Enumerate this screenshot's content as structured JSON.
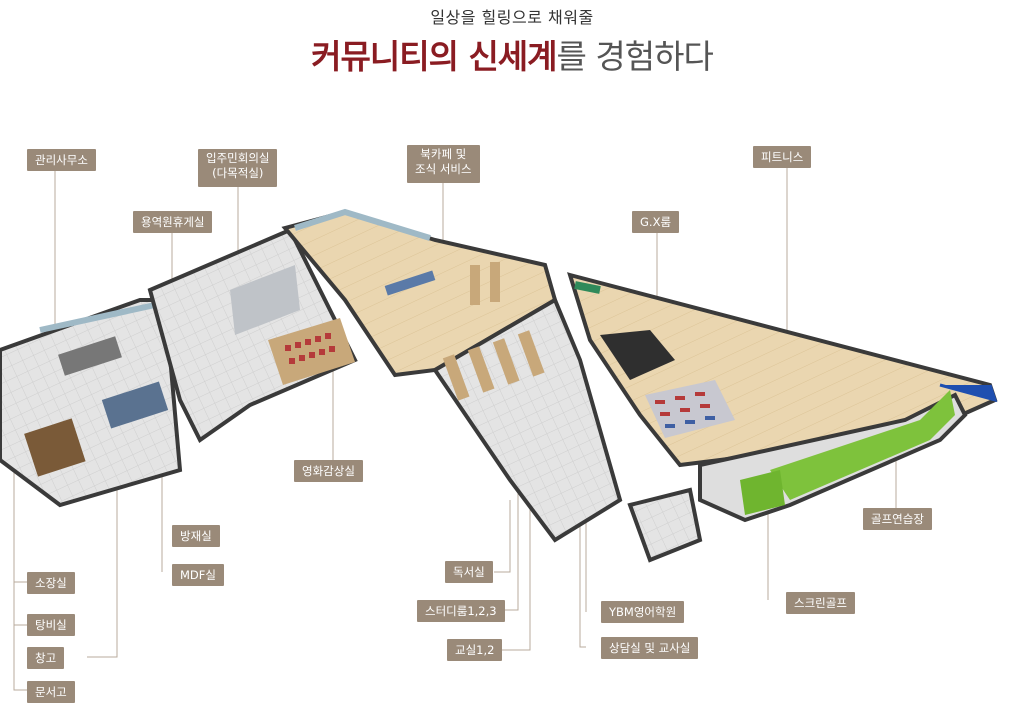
{
  "header": {
    "subtitle": "일상을 힐링으로 채워줄",
    "title_highlight": "커뮤니티의 신세계",
    "title_rest": "를 경험하다"
  },
  "labels": {
    "management_office": "관리사무소",
    "residents_meeting_line1": "입주민회의실",
    "residents_meeting_line2": "(다목적실)",
    "staff_lounge": "용역원휴게실",
    "book_cafe_line1": "북카페 및",
    "book_cafe_line2": "조식 서비스",
    "fitness": "피트니스",
    "gx_room": "G.X룸",
    "movie_room": "영화감상실",
    "disaster_room": "방재실",
    "mdf_room": "MDF실",
    "golf_practice": "골프연습장",
    "storage_room": "소장실",
    "water_heater": "탕비실",
    "warehouse": "창고",
    "document_storage": "문서고",
    "reading_room": "독서실",
    "study_rooms": "스터디룸1,2,3",
    "classrooms": "교실1,2",
    "ybm_academy": "YBM영어학원",
    "counseling": "상담실 및 교사실",
    "screen_golf": "스크린골프"
  },
  "colors": {
    "title_highlight": "#8a1c22",
    "label_bg": "#9a8a79",
    "wood_floor": "#e8d5b0",
    "wall": "#3a3a3a",
    "golf_green": "#7ec23c",
    "leader_line": "#b9ab9c"
  }
}
